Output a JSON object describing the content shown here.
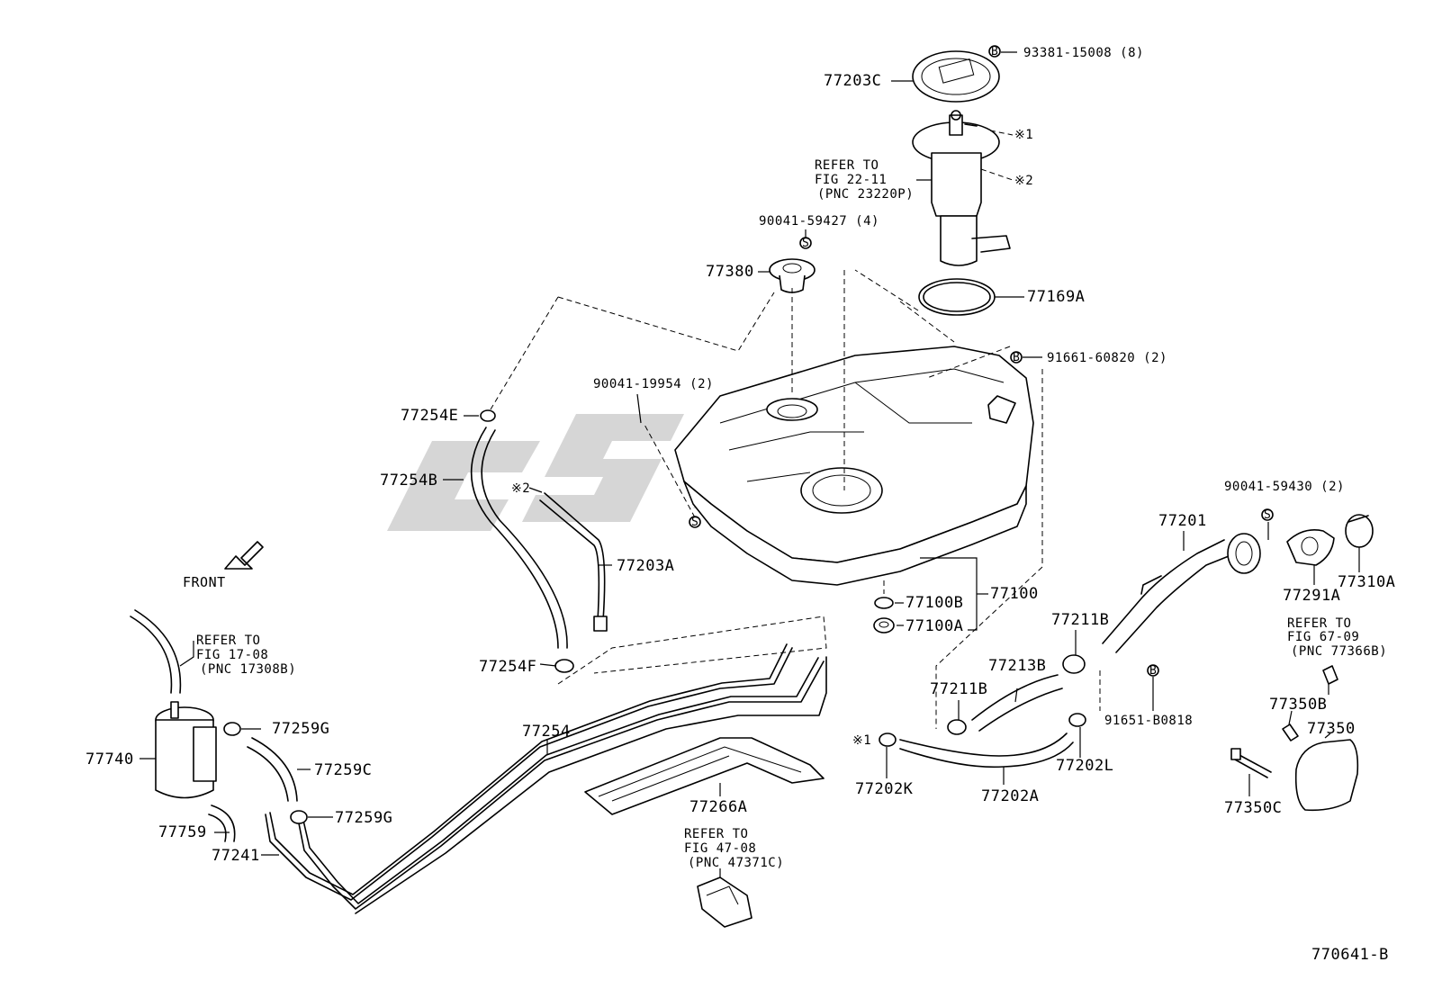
{
  "labels": {
    "p93381": "93381-15008 (8)",
    "p77203C": "77203C",
    "star1_top": "※1",
    "star2_top": "※2",
    "refer_22_1": "REFER TO",
    "refer_22_2": "FIG 22-11",
    "refer_22_3": "(PNC 23220P)",
    "p90041_59427": "90041-59427 (4)",
    "p77380": "77380",
    "p77169A": "77169A",
    "p91661": "91661-60820 (2)",
    "p90041_19954": "90041-19954 (2)",
    "p77254E": "77254E",
    "p77254B": "77254B",
    "star2_left": "※2",
    "p77203A": "77203A",
    "front": "FRONT",
    "p77100B": "77100B",
    "p77100": "77100",
    "p77100A": "77100A",
    "p90041_59430": "90041-59430 (2)",
    "p77201": "77201",
    "p77291A": "77291A",
    "p77310A": "77310A",
    "refer_67_1": "REFER TO",
    "refer_67_2": "FIG 67-09",
    "refer_67_3": "(PNC 77366B)",
    "p77350B": "77350B",
    "p77350": "77350",
    "p77350C": "77350C",
    "p77211B_top": "77211B",
    "p77213B": "77213B",
    "p77211B_left": "77211B",
    "p91651": "91651-B0818",
    "p77202L": "77202L",
    "star1_bottom": "※1",
    "p77202K": "77202K",
    "p77202A": "77202A",
    "refer_17_1": "REFER TO",
    "refer_17_2": "FIG 17-08",
    "refer_17_3": "(PNC 17308B)",
    "p77254F": "77254F",
    "p77259G_top": "77259G",
    "p77740": "77740",
    "p77259C": "77259C",
    "p77259G_bottom": "77259G",
    "p77759": "77759",
    "p77241": "77241",
    "p77254": "77254",
    "p77266A": "77266A",
    "refer_47_1": "REFER TO",
    "refer_47_2": "FIG 47-08",
    "refer_47_3": "(PNC 47371C)",
    "figure_id": "770641-B"
  }
}
